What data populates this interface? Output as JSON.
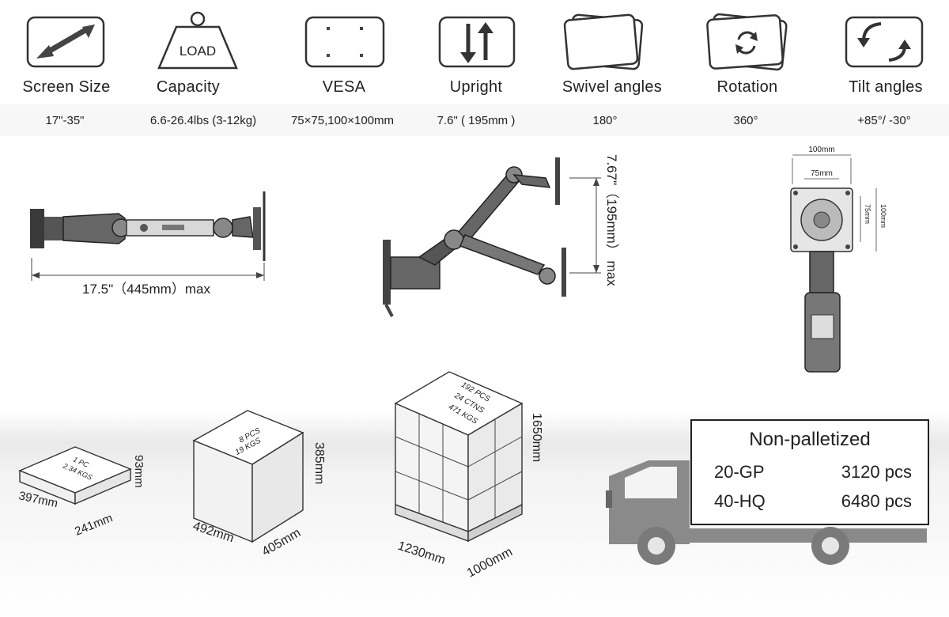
{
  "specs": [
    {
      "label": "Screen Size",
      "value": "17\"-35\"",
      "icon": "diagonal-arrow-icon"
    },
    {
      "label": "Capacity",
      "value": "6.6-26.4lbs (3-12kg)",
      "icon": "load-weight-icon",
      "icon_text": "LOAD"
    },
    {
      "label": "VESA",
      "value": "75×75,100×100mm",
      "icon": "vesa-holes-icon"
    },
    {
      "label": "Upright",
      "value": "7.6\" ( 195mm )",
      "icon": "up-down-arrows-icon"
    },
    {
      "label": "Swivel angles",
      "value": "180°",
      "icon": "swivel-screens-icon"
    },
    {
      "label": "Rotation",
      "value": "360°",
      "icon": "rotation-icon"
    },
    {
      "label": "Tilt angles",
      "value": "+85°/  -30°",
      "icon": "tilt-arrows-icon"
    }
  ],
  "arm_dims": {
    "reach": "17.5\"（445mm）max",
    "height": "7.67\"（195mm） max",
    "vesa_outer": "100mm",
    "vesa_inner": "75mm",
    "vesa_v_outer": "100mm",
    "vesa_v_inner": "75mm"
  },
  "packaging": {
    "single": {
      "line1": "1 PC",
      "line2": "2.34 KGS",
      "height": "93mm",
      "length": "397mm",
      "width": "241mm"
    },
    "carton": {
      "line1": "8 PCS",
      "line2": "19 KGS",
      "height": "385mm",
      "length": "492mm",
      "width": "405mm"
    },
    "pallet": {
      "line1": "192 PCS",
      "line2": "24 CTNS",
      "line3": "471 KGS",
      "height": "1650mm",
      "length": "1230mm",
      "width": "1000mm"
    }
  },
  "container": {
    "title": "Non-palletized",
    "rows": [
      {
        "type": "20-GP",
        "qty": "3120 pcs"
      },
      {
        "type": "40-HQ",
        "qty": "6480 pcs"
      }
    ]
  }
}
